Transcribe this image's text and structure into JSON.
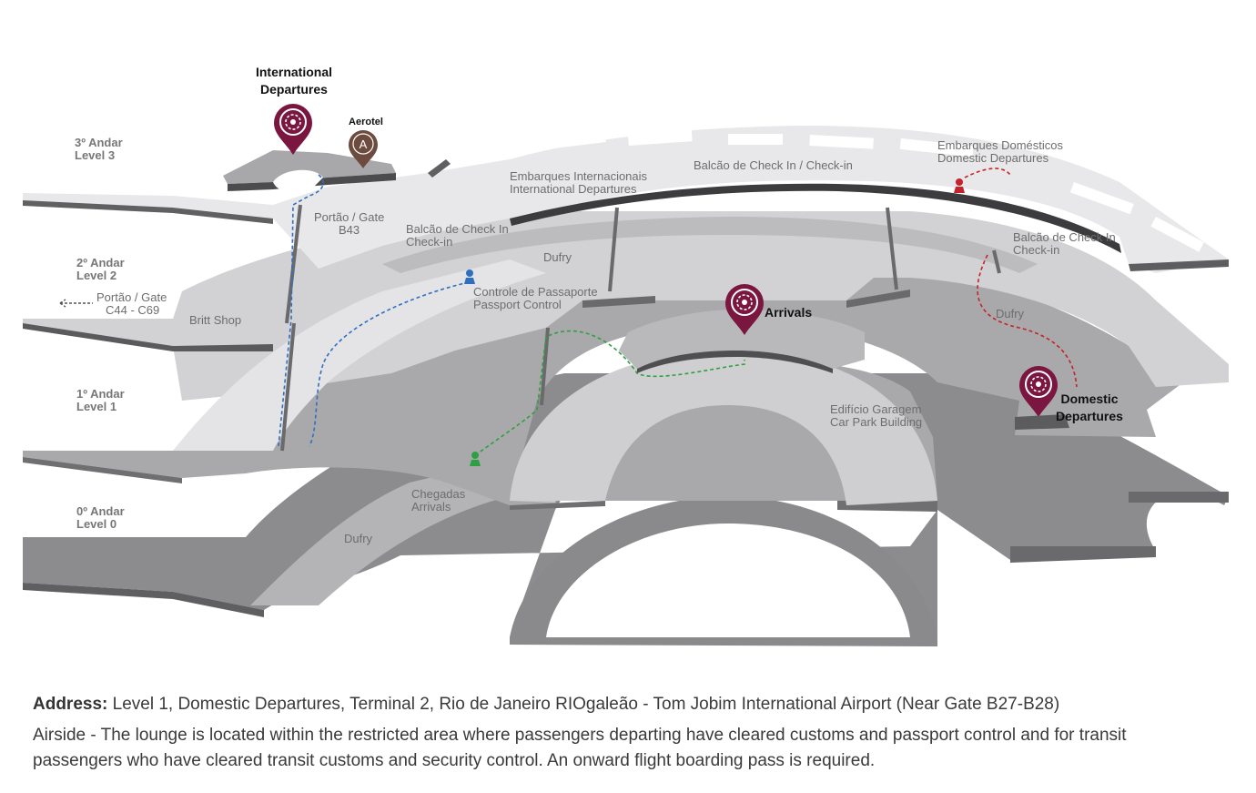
{
  "levels": [
    {
      "andar": "3º Andar",
      "level": "Level 3"
    },
    {
      "andar": "2º Andar",
      "level": "Level 2"
    },
    {
      "andar": "1º Andar",
      "level": "Level 1"
    },
    {
      "andar": "0º Andar",
      "level": "Level 0"
    }
  ],
  "pins": {
    "intl_departures": {
      "line1": "International",
      "line2": "Departures"
    },
    "aerotel": {
      "label": "Aerotel",
      "glyph": "A"
    },
    "arrivals": {
      "label": "Arrivals"
    },
    "dom_departures": {
      "line1": "Domestic",
      "line2": "Departures"
    }
  },
  "labels": {
    "embarques_intl": {
      "pt": "Embarques Internacionais",
      "en": "International Departures"
    },
    "checkin_top": {
      "text": "Balcão de Check In / Check-in"
    },
    "embarques_dom": {
      "pt": "Embarques Domésticos",
      "en": "Domestic Departures"
    },
    "portao_b43": {
      "pt": "Portão / Gate",
      "en": "B43"
    },
    "checkin_left": {
      "pt": "Balcão de Check In",
      "en": "Check-in"
    },
    "dufry_l2": {
      "text": "Dufry"
    },
    "checkin_right": {
      "pt": "Balcão de Check In",
      "en": "Check-in"
    },
    "portao_c44": {
      "pt": "Portão / Gate",
      "en": "C44 - C69"
    },
    "britt": {
      "text": "Britt Shop"
    },
    "passport": {
      "pt": "Controle de Passaporte",
      "en": "Passport Control"
    },
    "dufry_right": {
      "text": "Dufry"
    },
    "garagem": {
      "pt": "Edifício Garagem",
      "en": "Car Park Building"
    },
    "chegadas": {
      "pt": "Chegadas",
      "en": "Arrivals"
    },
    "dufry_l0": {
      "text": "Dufry"
    }
  },
  "caption": {
    "address_key": "Address:",
    "address_value": " Level 1, Domestic Departures, Terminal 2, Rio de Janeiro RIOgaleão - Tom Jobim International Airport (Near Gate B27-B28)",
    "note": "Airside - The lounge is located within the restricted area where passengers departing have cleared customs and passport control and for transit  passengers who have cleared transit customs and security control. An onward flight boarding pass is required."
  },
  "colors": {
    "pin_lounge": "#7a1640",
    "pin_aerotel": "#6e4b3f",
    "route_blue": "#2e6fc0",
    "route_green": "#2ea043",
    "route_red": "#c4232c"
  }
}
